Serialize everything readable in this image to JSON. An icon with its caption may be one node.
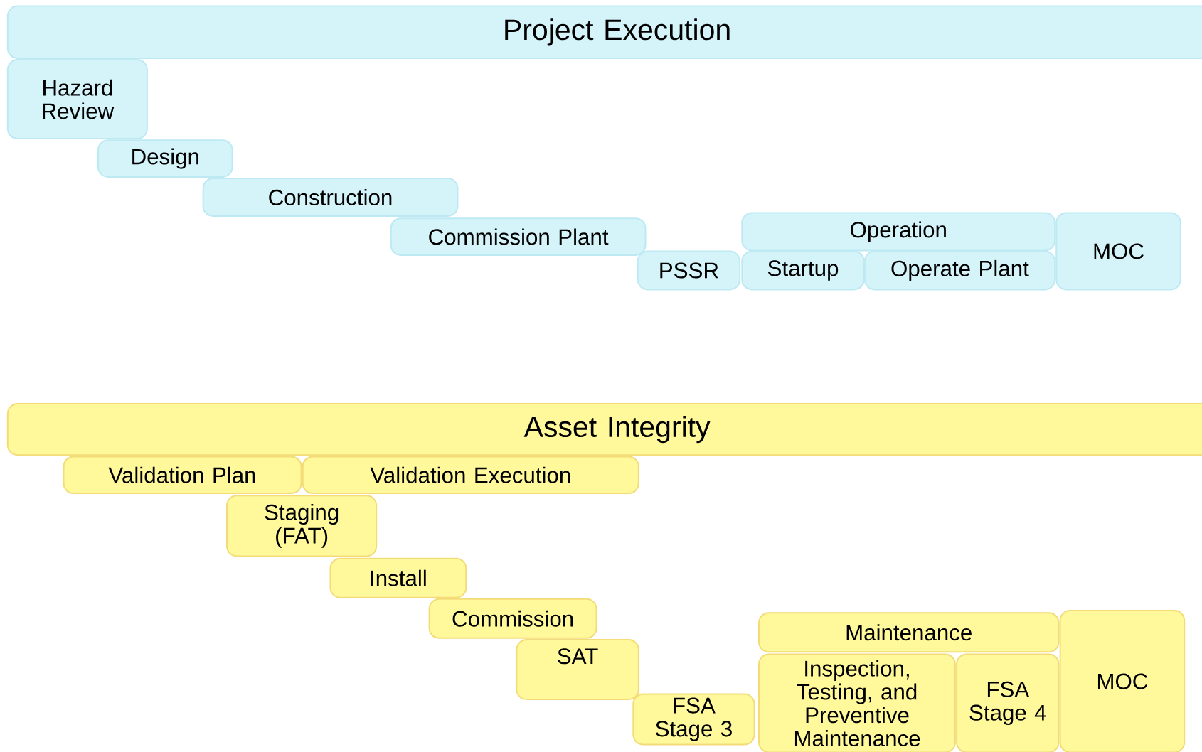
{
  "diagram": {
    "nodes": [
      {
        "text": [
          "Project Execution"
        ]
      },
      {
        "text": [
          "Hazard Review"
        ]
      },
      {
        "text": [
          "Design"
        ]
      },
      {
        "text": [
          "Construction"
        ]
      },
      {
        "text": [
          "Commission Plant"
        ]
      },
      {
        "text": [
          "PSSR"
        ]
      },
      {
        "text": [
          "Operation"
        ]
      },
      {
        "text": [
          "Startup"
        ]
      },
      {
        "text": [
          "Operate Plant"
        ]
      },
      {
        "text": [
          "MOC"
        ]
      },
      {
        "text": [
          "Asset Integrity"
        ]
      },
      {
        "text": [
          "Validation Plan"
        ]
      },
      {
        "text": [
          "Validation Execution"
        ]
      },
      {
        "text": [
          "Staging (FAT)"
        ]
      },
      {
        "text": [
          "Install"
        ]
      },
      {
        "text": [
          "Commission"
        ]
      },
      {
        "text": [
          "SAT"
        ]
      },
      {
        "text": [
          "FSA Stage 3"
        ]
      },
      {
        "text": [
          "Maintenance"
        ]
      },
      {
        "text": [
          "Inspection, Testing, and Preventive Maintenance"
        ]
      },
      {
        "text": [
          "FSA Stage 4"
        ]
      },
      {
        "text": [
          "MOC"
        ]
      }
    ]
  }
}
